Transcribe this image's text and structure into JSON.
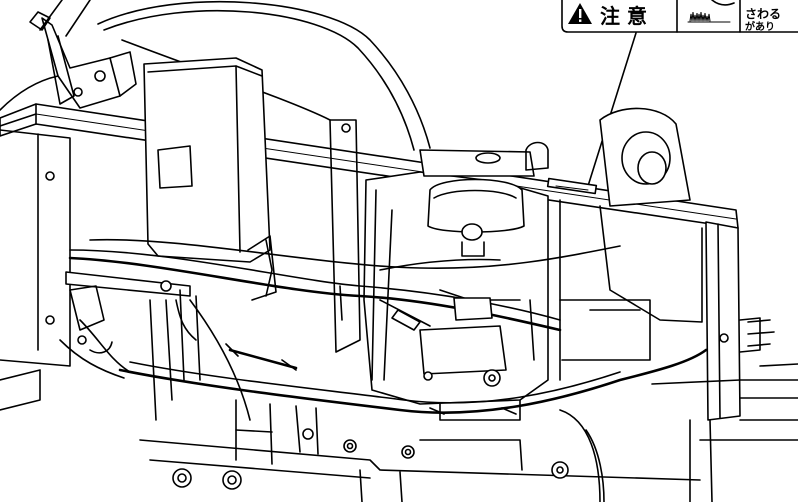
{
  "warning_label": {
    "signal_word": "注 意",
    "text_line_1": "さわる",
    "text_line_2": "があり"
  },
  "colors": {
    "line": "#000000",
    "background": "#ffffff"
  }
}
